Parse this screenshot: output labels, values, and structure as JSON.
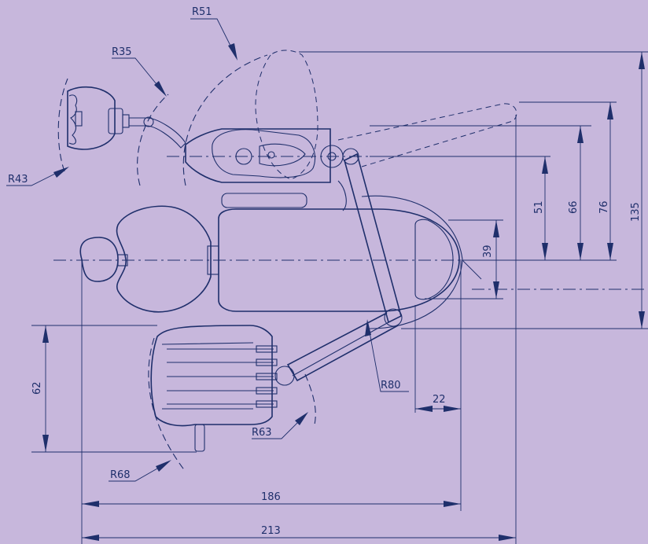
{
  "dimensions": {
    "chair_length": "186",
    "overall_length": "213",
    "tray_width": "62",
    "offset_22": "22",
    "offset_39": "39",
    "offset_51": "51",
    "offset_66": "66",
    "offset_76": "76",
    "overall_width": "135"
  },
  "radii": {
    "headlight_arc": "R51",
    "lamp_arm": "R35",
    "lamp_head": "R43",
    "instrument_arm": "R80",
    "instrument_tray": "R63",
    "tray_sweep": "R68"
  },
  "colors": {
    "background": "#c7b7dc",
    "ink": "#1f2f6b"
  }
}
